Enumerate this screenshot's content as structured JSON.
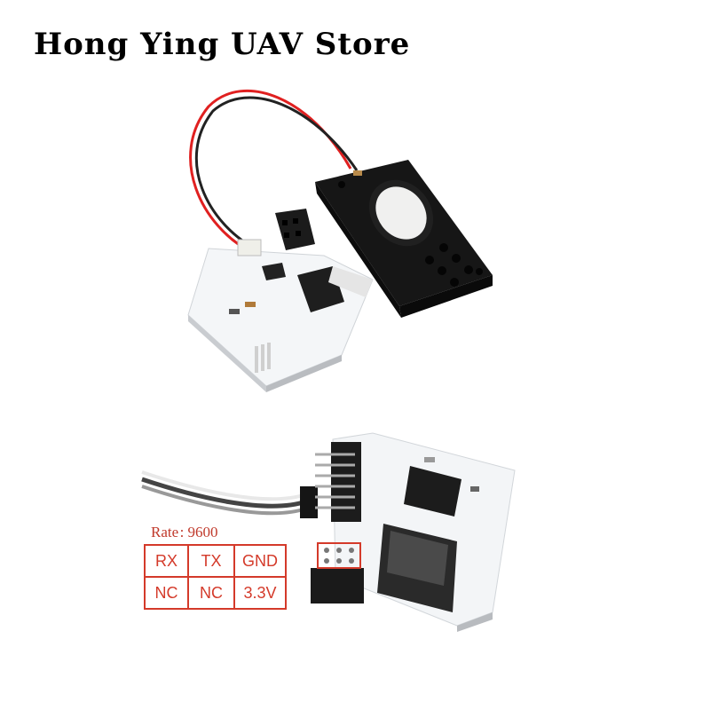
{
  "header": {
    "title": "Hong Ying UAV Store"
  },
  "pinout": {
    "rate_label": "Rate : 9600",
    "rows": [
      [
        "RX",
        "TX",
        "GND"
      ],
      [
        "NC",
        "NC",
        "3.3V"
      ]
    ]
  },
  "colors": {
    "annotation_red": "#d43a2a",
    "pcb_white": "#f4f6f8",
    "speaker_black": "#1a1a1a"
  }
}
